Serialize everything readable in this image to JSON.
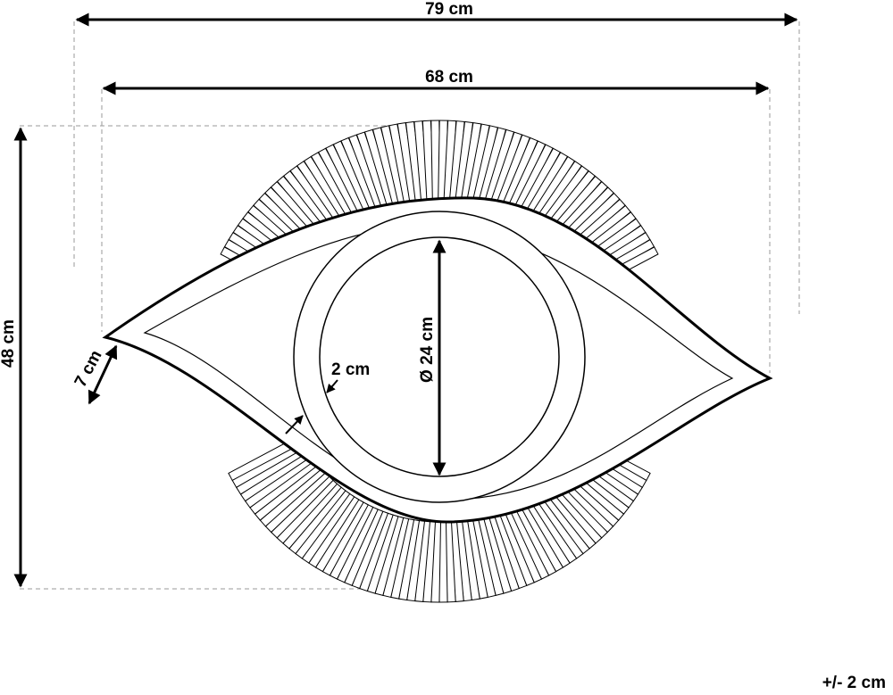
{
  "dimensions": {
    "overall_width": "79 cm",
    "body_width": "68 cm",
    "overall_height": "48 cm",
    "fringe_length": "7 cm",
    "frame_width": "2 cm",
    "mirror_diameter": "Ø 24 cm"
  },
  "tolerance": "+/- 2 cm",
  "colors": {
    "line": "#000000",
    "guide": "#9a9a9a",
    "background": "#ffffff"
  }
}
